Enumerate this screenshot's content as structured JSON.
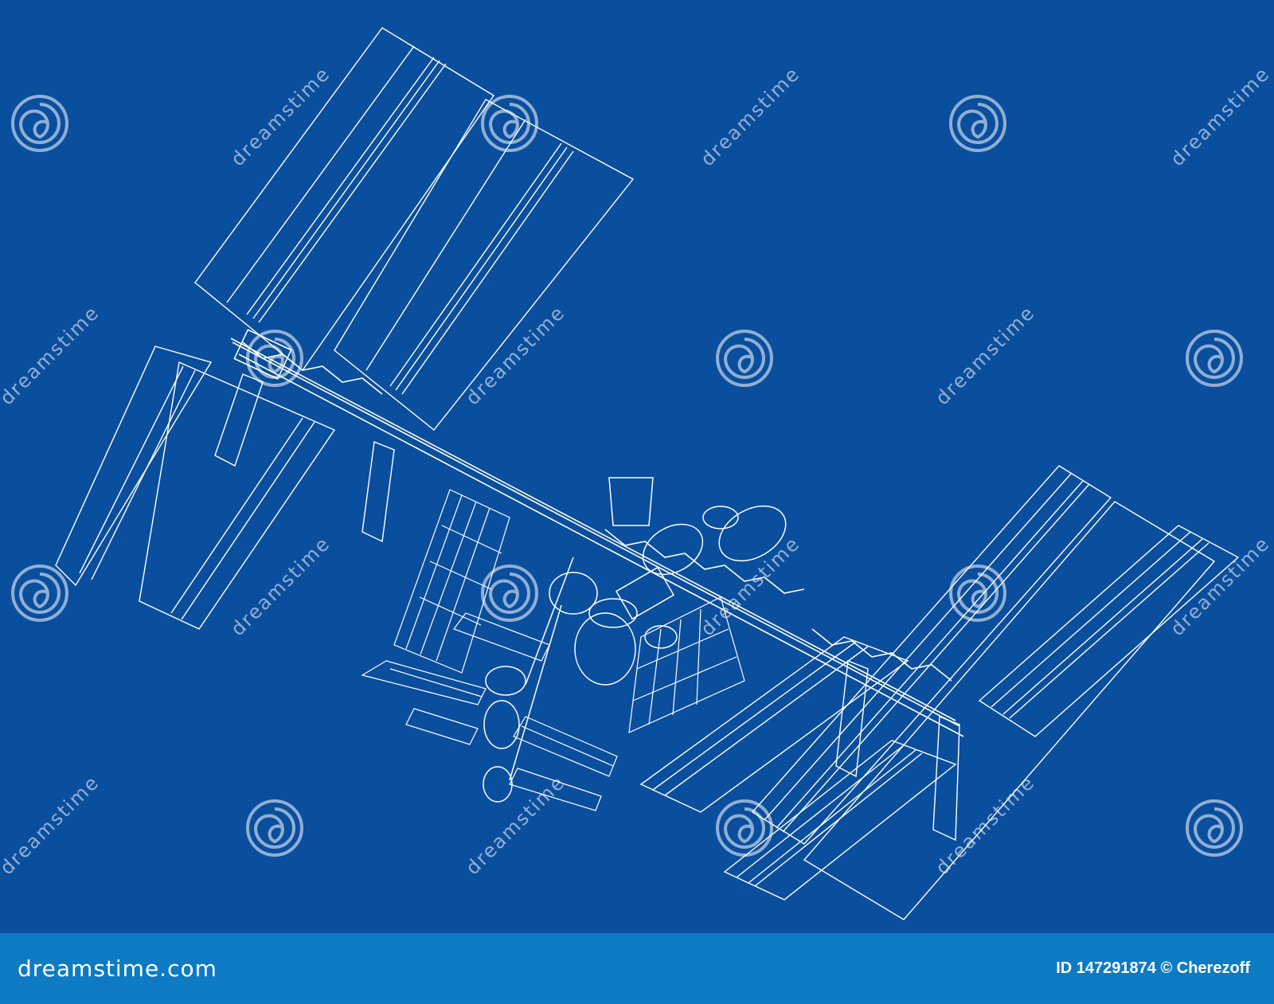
{
  "colors": {
    "background": "#0a4e9e",
    "footer_background": "#0d7bc4",
    "drawing_lines": "#ffffff",
    "watermark": "#ffffff"
  },
  "watermark": {
    "text": "dreamstime",
    "icon": "spiral-logo-icon"
  },
  "footer": {
    "brand": "dreamstime.com",
    "credit": "ID 147291874 © Cherezoff"
  }
}
